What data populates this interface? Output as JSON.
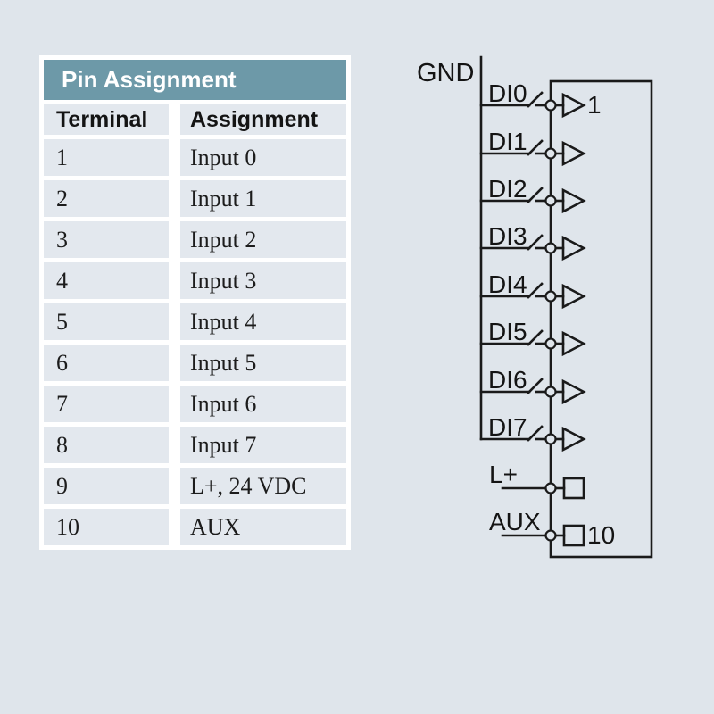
{
  "colors": {
    "page_bg": "#dfe5eb",
    "table_header_bg": "#6d99a8",
    "cell_bg": "#e3e8ee",
    "line": "#1a1a1a"
  },
  "table": {
    "title": "Pin Assignment",
    "columns": [
      "Terminal",
      "Assignment"
    ],
    "rows": [
      {
        "terminal": "1",
        "assignment": "Input 0"
      },
      {
        "terminal": "2",
        "assignment": "Input 1"
      },
      {
        "terminal": "3",
        "assignment": "Input 2"
      },
      {
        "terminal": "4",
        "assignment": "Input 3"
      },
      {
        "terminal": "5",
        "assignment": "Input 4"
      },
      {
        "terminal": "6",
        "assignment": "Input 5"
      },
      {
        "terminal": "7",
        "assignment": "Input 6"
      },
      {
        "terminal": "8",
        "assignment": "Input 7"
      },
      {
        "terminal": "9",
        "assignment": "L+, 24 VDC"
      },
      {
        "terminal": "10",
        "assignment": "AUX"
      }
    ]
  },
  "diagram": {
    "ground_label": "GND",
    "inputs": [
      {
        "label": "DI0",
        "pin": "1"
      },
      {
        "label": "DI1"
      },
      {
        "label": "DI2"
      },
      {
        "label": "DI3"
      },
      {
        "label": "DI4"
      },
      {
        "label": "DI5"
      },
      {
        "label": "DI6"
      },
      {
        "label": "DI7"
      }
    ],
    "power": [
      {
        "label": "L+"
      },
      {
        "label": "AUX",
        "pin": "10"
      }
    ]
  }
}
